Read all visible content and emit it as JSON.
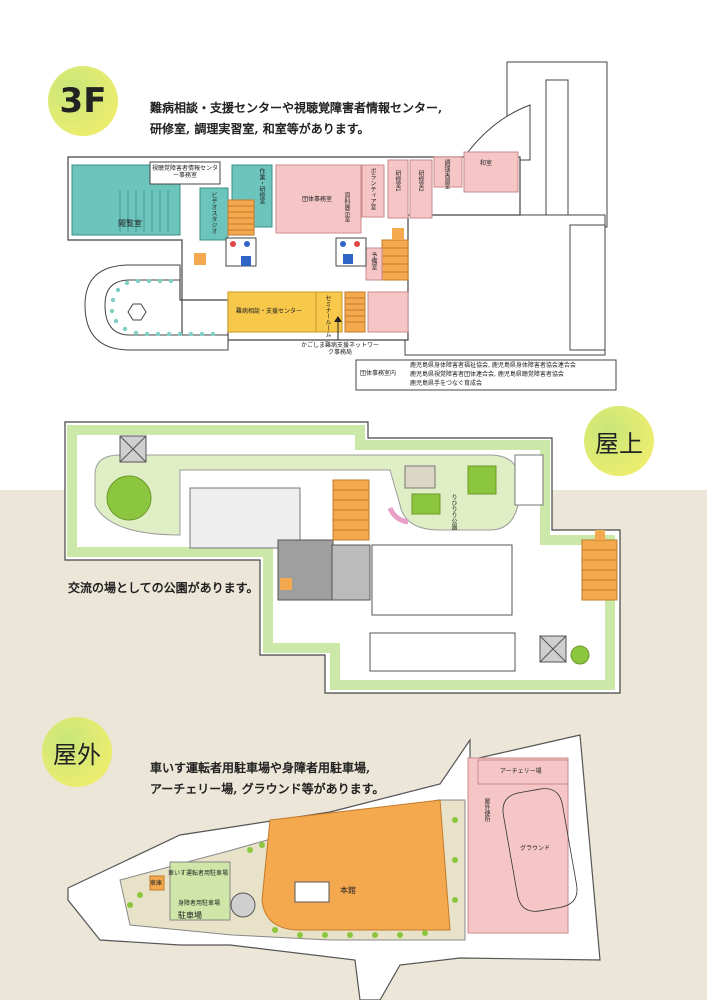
{
  "floor3": {
    "badge": "3F",
    "description_line1": "難病相談・支援センターや視聴覚障害者情報センター,",
    "description_line2": "研修室, 調理実習室, 和室等があります。",
    "rooms": {
      "shichokaku": "視聴覚障害者情報センター事務室",
      "etsuran": "閲覧室",
      "studio": "ビデオスタジオ",
      "sagyo": "作業・研修室",
      "dantai": "団体事務室",
      "volunteer": "ボランティア室",
      "shiryo": "資料展示室",
      "kenshu1": "研修室1",
      "kenshu2": "研修室2",
      "chori": "調理実習室",
      "washitsu": "和室",
      "yobi": "予備室",
      "nanbyo": "難病相談・支援センター",
      "seminar": "セミナールーム"
    },
    "callout_network": "かごしま難病支援ネットワーク事務局",
    "dantai_label": "団体事務室内",
    "dantai_list": [
      "鹿児島県身体障害者福祉協会, 鹿児島県身体障害者協会連合会",
      "鹿児島県視覚障害者団体連合会, 鹿児島県聴覚障害者協会",
      "鹿児島県手をつなぐ育成会"
    ]
  },
  "rooftop": {
    "badge": "屋上",
    "description": "交流の場としての公園があります。",
    "park_label": "りひりり公園"
  },
  "outdoor": {
    "badge": "屋外",
    "description_line1": "車いす運転者用駐車場や身障者用駐車場,",
    "description_line2": "アーチェリー場, グラウンド等があります。",
    "labels": {
      "archery": "アーチェリー場",
      "toilet": "屋外便所",
      "ground": "グラウンド",
      "honkan": "本館",
      "wheelchair_parking": "車いす運転者用駐車場",
      "disabled_parking": "身障者用駐車場",
      "garage": "車庫",
      "parking": "駐車場"
    }
  },
  "colors": {
    "teal": "#6cc5bd",
    "pink": "#f6c6c6",
    "orange": "#f5a94e",
    "yellow": "#f7c84a",
    "green": "#8cc63f",
    "beige": "#ece6d8",
    "badge_green": "#c8e67a",
    "badge_yellow": "#f8ef6a"
  }
}
